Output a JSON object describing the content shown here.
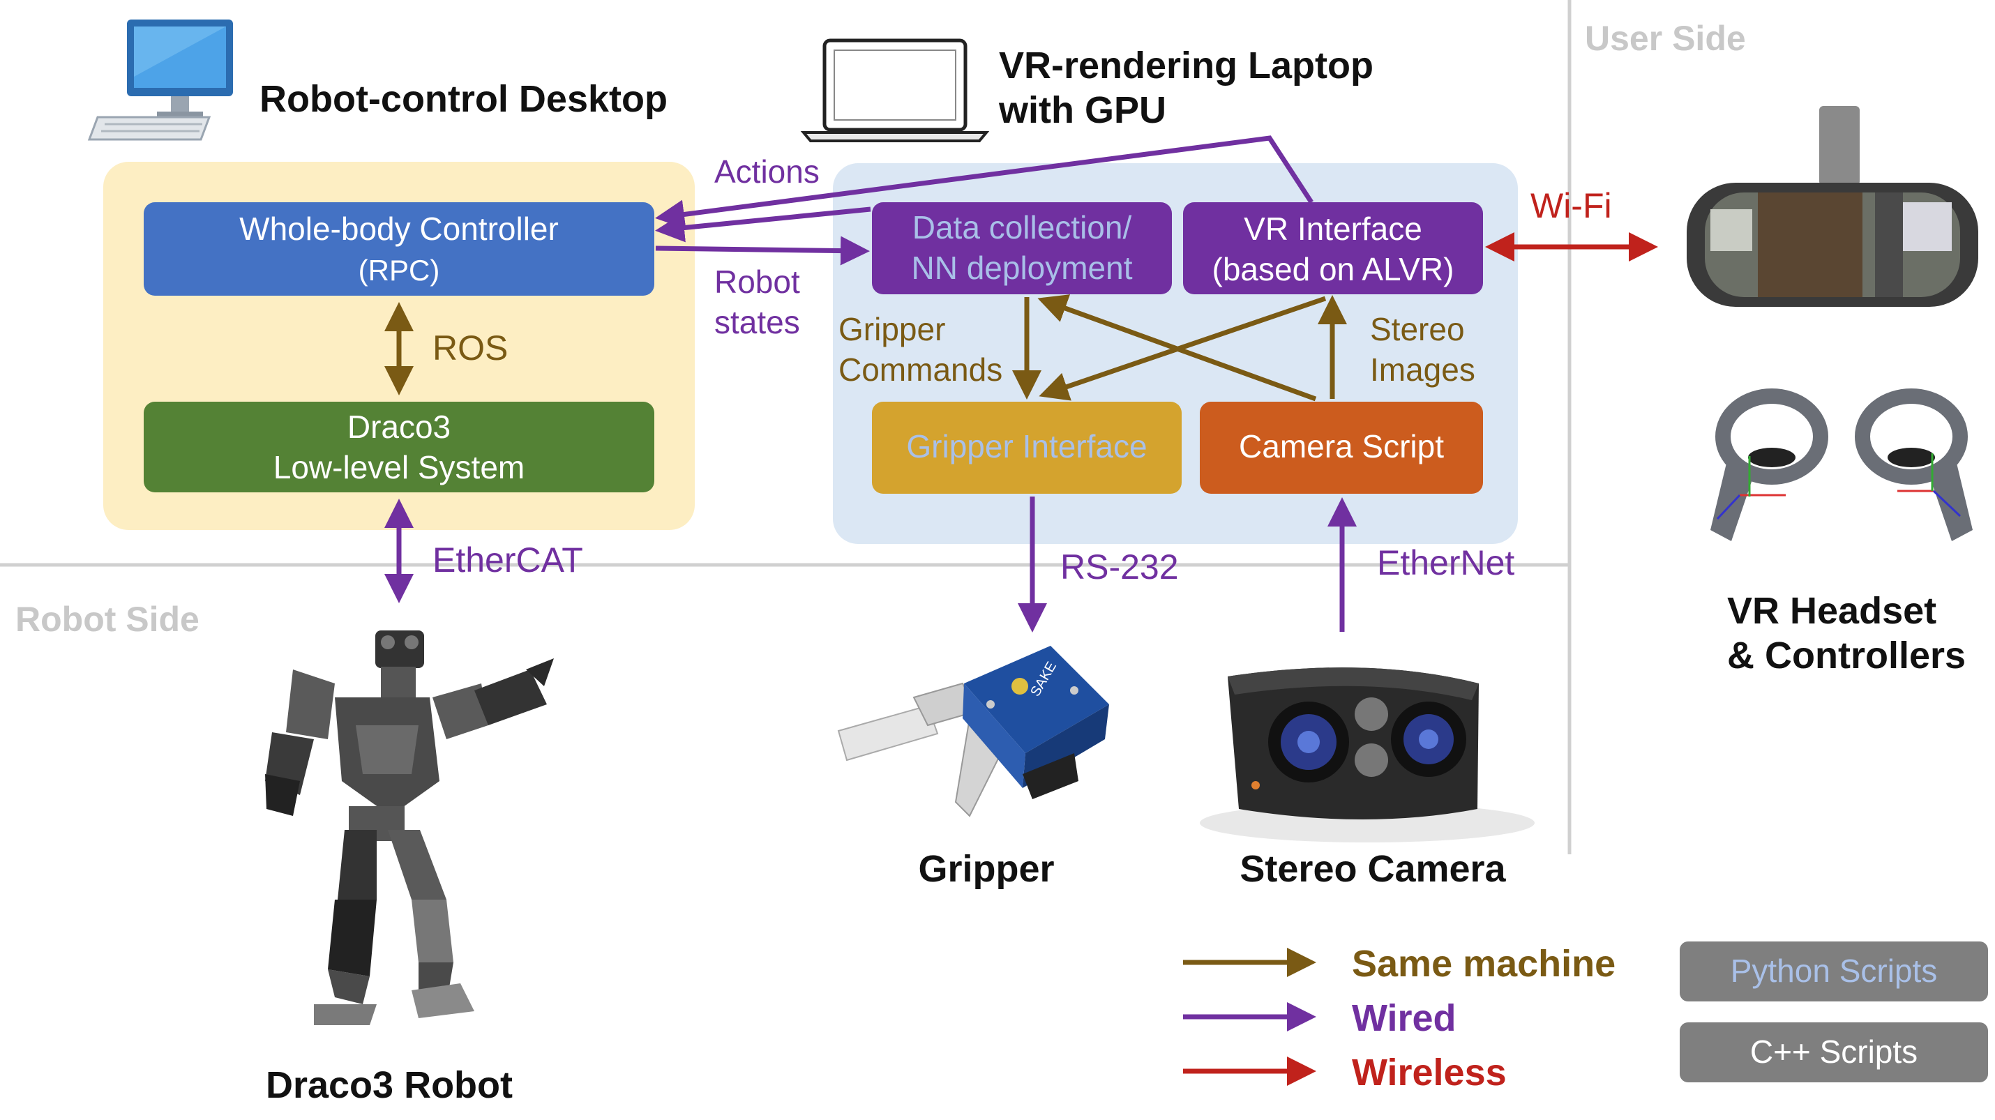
{
  "regions": {
    "user_side": "User Side",
    "robot_side": "Robot Side"
  },
  "machines": {
    "desktop": "Robot-control Desktop",
    "laptop_line1": "VR-rendering Laptop",
    "laptop_line2": "with GPU"
  },
  "boxes": {
    "wbc_line1": "Whole-body Controller",
    "wbc_line2": "(RPC)",
    "draco_line1": "Draco3",
    "draco_line2": "Low-level System",
    "data_line1": "Data collection/",
    "data_line2": "NN deployment",
    "vr_line1": "VR Interface",
    "vr_line2": "(based on ALVR)",
    "gripper_interface": "Gripper Interface",
    "camera_script": "Camera Script"
  },
  "edge_labels": {
    "actions": "Actions",
    "robot_states_1": "Robot",
    "robot_states_2": "states",
    "ros": "ROS",
    "ethercat": "EtherCAT",
    "gripper_cmd_1": "Gripper",
    "gripper_cmd_2": "Commands",
    "stereo_1": "Stereo",
    "stereo_2": "Images",
    "rs232": "RS-232",
    "ethernet": "EtherNet",
    "wifi": "Wi-Fi"
  },
  "devices": {
    "robot": "Draco3 Robot",
    "gripper": "Gripper",
    "camera": "Stereo Camera",
    "headset_line1": "VR Headset",
    "headset_line2": "& Controllers",
    "gripper_brand": "SAKE"
  },
  "legend": {
    "same_machine": "Same machine",
    "wired": "Wired",
    "wireless": "Wireless",
    "python": "Python Scripts",
    "cpp": "C++ Scripts"
  },
  "colors": {
    "same_machine": "#7a5a14",
    "wired": "#7030a0",
    "wireless": "#c0221c",
    "cpp_box": "#2f5597",
    "python_box": "#548235"
  }
}
